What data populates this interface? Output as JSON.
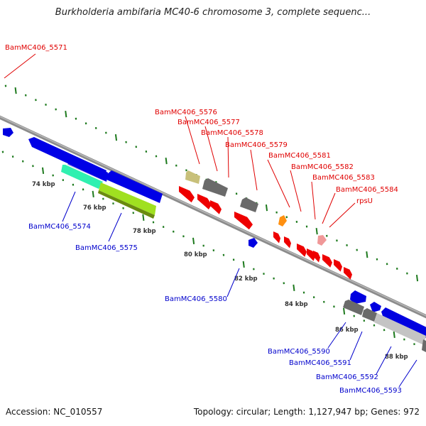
{
  "title": "Burkholderia ambifaria MC40-6 chromosome 3, complete sequenc...",
  "footer": {
    "accession": "Accession: NC_010557",
    "summary": "Topology: circular; Length: 1,127,947 bp; Genes: 972"
  },
  "colors": {
    "backbone": "#8c8c8c",
    "tick": "#1e7a1e",
    "forward_label": "#e00000",
    "reverse_label": "#0000cc"
  },
  "ruler": {
    "labels": [
      "74 kbp",
      "76 kbp",
      "78 kbp",
      "80 kbp",
      "82 kbp",
      "84 kbp",
      "86 kbp",
      "88 kbp"
    ]
  },
  "gene_labels": {
    "forward": [
      "BamMC406_5571",
      "BamMC406_5576",
      "BamMC406_5577",
      "BamMC406_5578",
      "BamMC406_5579",
      "BamMC406_5581",
      "BamMC406_5582",
      "BamMC406_5583",
      "BamMC406_5584",
      "rpsU"
    ],
    "reverse": [
      "BamMC406_5574",
      "BamMC406_5575",
      "BamMC406_5580",
      "BamMC406_5590",
      "BamMC406_5591",
      "BamMC406_5592",
      "BamMC406_5593"
    ]
  }
}
